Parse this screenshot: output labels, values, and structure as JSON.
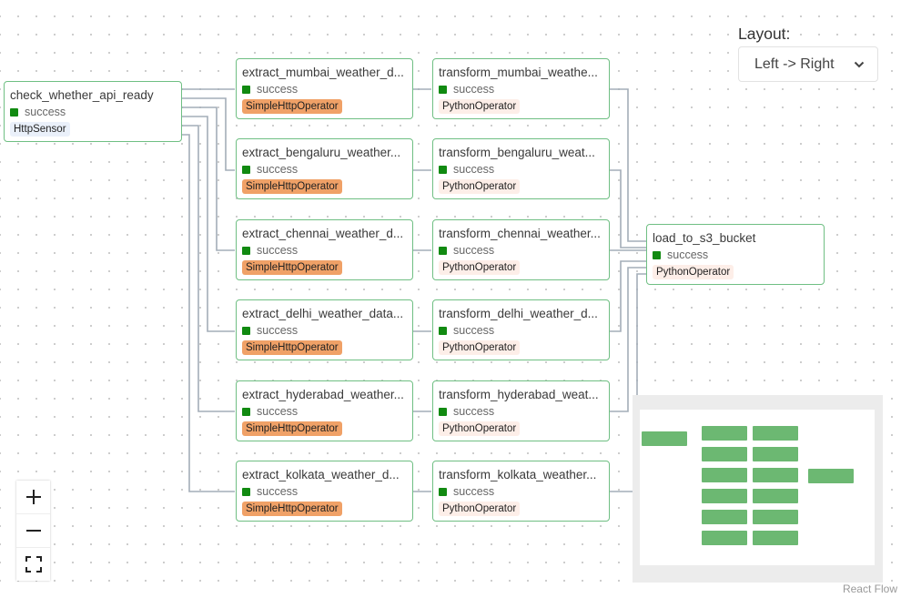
{
  "layout_label": "Layout:",
  "layout_select": {
    "value": "Left -> Right"
  },
  "nodes": {
    "check": {
      "title": "check_whether_api_ready",
      "status": "success",
      "operator": "HttpSensor"
    },
    "extract": [
      {
        "title": "extract_mumbai_weather_d...",
        "status": "success",
        "operator": "SimpleHttpOperator"
      },
      {
        "title": "extract_bengaluru_weather...",
        "status": "success",
        "operator": "SimpleHttpOperator"
      },
      {
        "title": "extract_chennai_weather_d...",
        "status": "success",
        "operator": "SimpleHttpOperator"
      },
      {
        "title": "extract_delhi_weather_data...",
        "status": "success",
        "operator": "SimpleHttpOperator"
      },
      {
        "title": "extract_hyderabad_weather...",
        "status": "success",
        "operator": "SimpleHttpOperator"
      },
      {
        "title": "extract_kolkata_weather_d...",
        "status": "success",
        "operator": "SimpleHttpOperator"
      }
    ],
    "transform": [
      {
        "title": "transform_mumbai_weathe...",
        "status": "success",
        "operator": "PythonOperator"
      },
      {
        "title": "transform_bengaluru_weat...",
        "status": "success",
        "operator": "PythonOperator"
      },
      {
        "title": "transform_chennai_weather...",
        "status": "success",
        "operator": "PythonOperator"
      },
      {
        "title": "transform_delhi_weather_d...",
        "status": "success",
        "operator": "PythonOperator"
      },
      {
        "title": "transform_hyderabad_weat...",
        "status": "success",
        "operator": "PythonOperator"
      },
      {
        "title": "transform_kolkata_weather...",
        "status": "success",
        "operator": "PythonOperator"
      }
    ],
    "load": {
      "title": "load_to_s3_bucket",
      "status": "success",
      "operator": "PythonOperator"
    }
  },
  "colors": {
    "status_success": "#118a11",
    "node_border": "#6fbf83",
    "http_operator_bg": "#f0a167",
    "python_operator_bg": "#fdeee8",
    "sensor_operator_bg": "#eaf0fa",
    "edge": "#a3adb8",
    "minimap_node": "#6cb872"
  },
  "controls": {
    "zoom_in": "zoom-in-icon",
    "zoom_out": "zoom-out-icon",
    "fit_view": "fit-view-icon"
  },
  "attribution": "React Flow"
}
